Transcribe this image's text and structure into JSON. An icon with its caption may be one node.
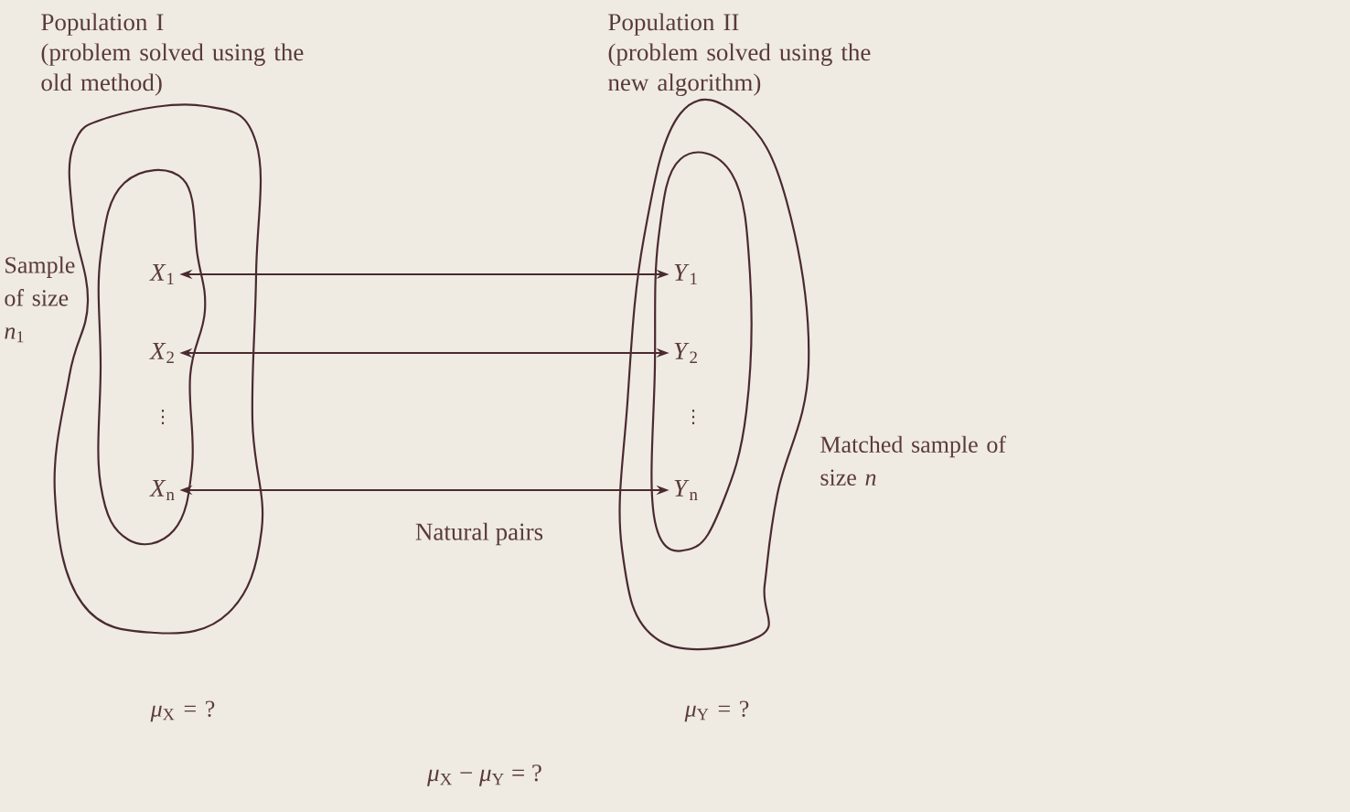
{
  "diagram": {
    "nodes": [
      {
        "text": [
          "Population I",
          "(problem solved using the old method)"
        ],
        "beside": [
          "*μ*$_{X}$ = ?"
        ]
      },
      {
        "text": [],
        "shape": "cloud",
        "in": 0,
        "beside": [
          "Sample of size *n*$_{1}$"
        ]
      },
      {
        "text": [
          "*X*$_{1}$"
        ],
        "in": 1
      },
      {
        "text": [
          "*X*$_{2}$"
        ],
        "in": 1
      },
      {
        "text": [
          "*X*$_{n}$"
        ],
        "in": 1
      },
      {
        "text": [
          "Population II",
          "(problem solved using the new algorithm)"
        ],
        "beside": [
          "*μ*$_{Y}$ = ?"
        ]
      },
      {
        "text": [],
        "shape": "cloud",
        "in": 5,
        "beside": [
          "Matched sample of size *n*"
        ]
      },
      {
        "text": [
          "*Y*$_{1}$"
        ],
        "in": 6
      },
      {
        "text": [
          "*Y*$_{2}$"
        ],
        "in": 6
      },
      {
        "text": [
          "*Y*$_{n}$"
        ],
        "in": 6
      }
    ],
    "edges": [
      {
        "from": 2,
        "to": 7,
        "arrow": "both"
      },
      {
        "from": 3,
        "to": 8,
        "arrow": "both"
      },
      {
        "from": 4,
        "to": 9,
        "arrow": "both"
      }
    ],
    "labels": [
      "⋮",
      "⋮",
      "Natural pairs",
      "*μ*$_{X}$ − *μ*$_{Y}$ = ?"
    ]
  }
}
